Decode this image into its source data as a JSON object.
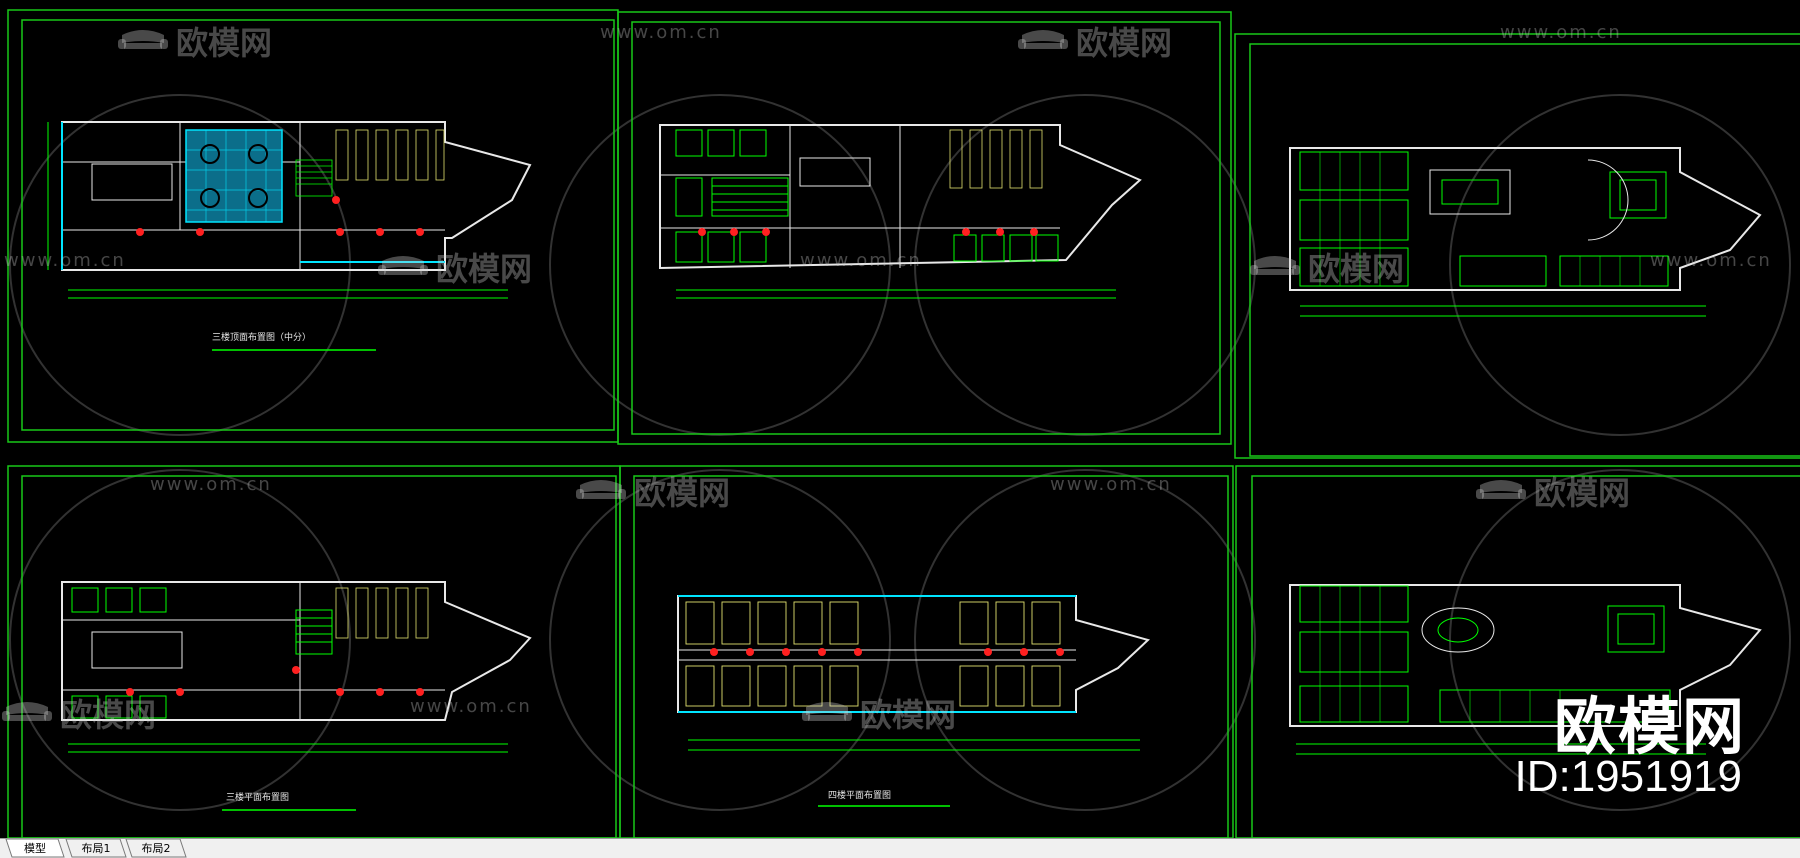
{
  "watermarks": {
    "site": "www.om.cn",
    "brand": "欧模网"
  },
  "sheets": [
    {
      "caption": "三楼顶面布置图（中分）"
    },
    {
      "caption": ""
    },
    {
      "caption": ""
    },
    {
      "caption": "三楼平面布置图"
    },
    {
      "caption": "四楼平面布置图"
    },
    {
      "caption": ""
    }
  ],
  "corner": {
    "brand": "欧模网",
    "id": "ID:1951919"
  },
  "tabs": [
    {
      "label": "模型",
      "active": true
    },
    {
      "label": "布局1",
      "active": false
    },
    {
      "label": "布局2",
      "active": false
    }
  ],
  "colors": {
    "background": "#000000",
    "frame": "#19c819",
    "wall": "#e8e8e8",
    "line_green": "#00ff00",
    "line_cyan": "#00e5ff",
    "door_red": "#ff2020",
    "furniture_yellow": "#e0e070"
  },
  "icons": [
    "sofa-logo-icon"
  ]
}
